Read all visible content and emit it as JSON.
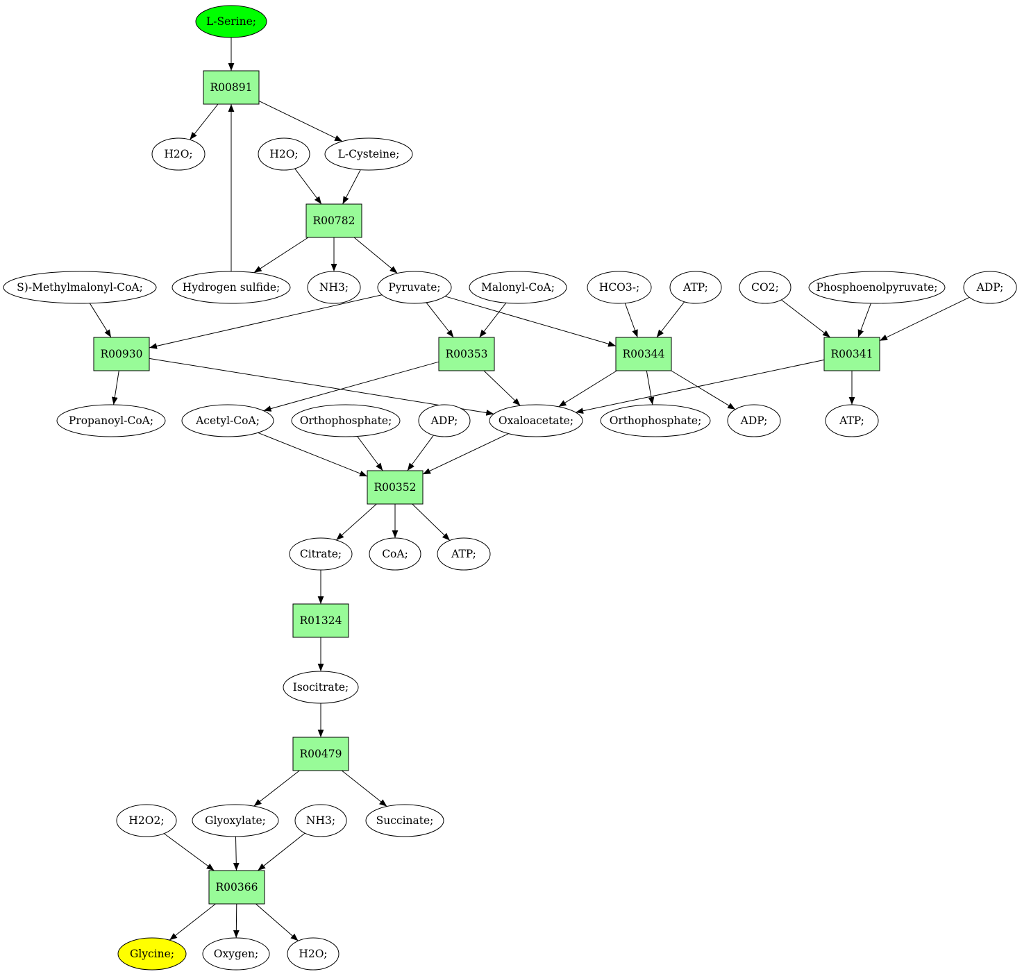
{
  "colors": {
    "reaction_fill": "#98fb98",
    "compound_fill": "#ffffff",
    "start_fill": "#00ff00",
    "end_fill": "#ffff00",
    "stroke": "#000000"
  },
  "nodes": {
    "lserine": {
      "label": "L-Serine;",
      "kind": "compound",
      "role": "start"
    },
    "r00891": {
      "label": "R00891",
      "kind": "reaction"
    },
    "h2o_a": {
      "label": "H2O;",
      "kind": "compound"
    },
    "h2o_b": {
      "label": "H2O;",
      "kind": "compound"
    },
    "lcys": {
      "label": "L-Cysteine;",
      "kind": "compound"
    },
    "r00782": {
      "label": "R00782",
      "kind": "reaction"
    },
    "smmcoa": {
      "label": "S)-Methylmalonyl-CoA;",
      "kind": "compound"
    },
    "h2s": {
      "label": "Hydrogen sulfide;",
      "kind": "compound"
    },
    "nh3_a": {
      "label": "NH3;",
      "kind": "compound"
    },
    "pyr": {
      "label": "Pyruvate;",
      "kind": "compound"
    },
    "malcoa": {
      "label": "Malonyl-CoA;",
      "kind": "compound"
    },
    "hco3": {
      "label": "HCO3-;",
      "kind": "compound"
    },
    "atp_a": {
      "label": "ATP;",
      "kind": "compound"
    },
    "co2": {
      "label": "CO2;",
      "kind": "compound"
    },
    "pep": {
      "label": "Phosphoenolpyruvate;",
      "kind": "compound"
    },
    "adp_a": {
      "label": "ADP;",
      "kind": "compound"
    },
    "r00930": {
      "label": "R00930",
      "kind": "reaction"
    },
    "r00353": {
      "label": "R00353",
      "kind": "reaction"
    },
    "r00344": {
      "label": "R00344",
      "kind": "reaction"
    },
    "r00341": {
      "label": "R00341",
      "kind": "reaction"
    },
    "propcoa": {
      "label": "Propanoyl-CoA;",
      "kind": "compound"
    },
    "acecoa": {
      "label": "Acetyl-CoA;",
      "kind": "compound"
    },
    "orth_a": {
      "label": "Orthophosphate;",
      "kind": "compound"
    },
    "adp_b": {
      "label": "ADP;",
      "kind": "compound"
    },
    "oaa": {
      "label": "Oxaloacetate;",
      "kind": "compound"
    },
    "orth_b": {
      "label": "Orthophosphate;",
      "kind": "compound"
    },
    "adp_c": {
      "label": "ADP;",
      "kind": "compound"
    },
    "atp_b": {
      "label": "ATP;",
      "kind": "compound"
    },
    "r00352": {
      "label": "R00352",
      "kind": "reaction"
    },
    "cit": {
      "label": "Citrate;",
      "kind": "compound"
    },
    "coa": {
      "label": "CoA;",
      "kind": "compound"
    },
    "atp_c": {
      "label": "ATP;",
      "kind": "compound"
    },
    "r01324": {
      "label": "R01324",
      "kind": "reaction"
    },
    "icit": {
      "label": "Isocitrate;",
      "kind": "compound"
    },
    "r00479": {
      "label": "R00479",
      "kind": "reaction"
    },
    "h2o2": {
      "label": "H2O2;",
      "kind": "compound"
    },
    "glx": {
      "label": "Glyoxylate;",
      "kind": "compound"
    },
    "nh3_b": {
      "label": "NH3;",
      "kind": "compound"
    },
    "succ": {
      "label": "Succinate;",
      "kind": "compound"
    },
    "r00366": {
      "label": "R00366",
      "kind": "reaction"
    },
    "gly": {
      "label": "Glycine;",
      "kind": "compound",
      "role": "end"
    },
    "oxy": {
      "label": "Oxygen;",
      "kind": "compound"
    },
    "h2o_c": {
      "label": "H2O;",
      "kind": "compound"
    }
  },
  "edges": [
    [
      "lserine",
      "r00891"
    ],
    [
      "r00891",
      "h2o_a"
    ],
    [
      "r00891",
      "lcys"
    ],
    [
      "h2o_b",
      "r00782"
    ],
    [
      "lcys",
      "r00782"
    ],
    [
      "r00782",
      "h2s"
    ],
    [
      "r00782",
      "nh3_a"
    ],
    [
      "r00782",
      "pyr"
    ],
    [
      "h2s",
      "r00891"
    ],
    [
      "smmcoa",
      "r00930"
    ],
    [
      "pyr",
      "r00930"
    ],
    [
      "pyr",
      "r00353"
    ],
    [
      "pyr",
      "r00344"
    ],
    [
      "malcoa",
      "r00353"
    ],
    [
      "hco3",
      "r00344"
    ],
    [
      "atp_a",
      "r00344"
    ],
    [
      "co2",
      "r00341"
    ],
    [
      "pep",
      "r00341"
    ],
    [
      "adp_a",
      "r00341"
    ],
    [
      "r00930",
      "propcoa"
    ],
    [
      "r00930",
      "oaa"
    ],
    [
      "r00353",
      "acecoa"
    ],
    [
      "r00353",
      "oaa"
    ],
    [
      "r00344",
      "oaa"
    ],
    [
      "r00344",
      "orth_b"
    ],
    [
      "r00344",
      "adp_c"
    ],
    [
      "r00341",
      "oaa"
    ],
    [
      "r00341",
      "atp_b"
    ],
    [
      "acecoa",
      "r00352"
    ],
    [
      "orth_a",
      "r00352"
    ],
    [
      "adp_b",
      "r00352"
    ],
    [
      "oaa",
      "r00352"
    ],
    [
      "r00352",
      "cit"
    ],
    [
      "r00352",
      "coa"
    ],
    [
      "r00352",
      "atp_c"
    ],
    [
      "cit",
      "r01324"
    ],
    [
      "r01324",
      "icit"
    ],
    [
      "icit",
      "r00479"
    ],
    [
      "r00479",
      "glx"
    ],
    [
      "r00479",
      "succ"
    ],
    [
      "h2o2",
      "r00366"
    ],
    [
      "glx",
      "r00366"
    ],
    [
      "nh3_b",
      "r00366"
    ],
    [
      "r00366",
      "gly"
    ],
    [
      "r00366",
      "oxy"
    ],
    [
      "r00366",
      "h2o_c"
    ]
  ]
}
